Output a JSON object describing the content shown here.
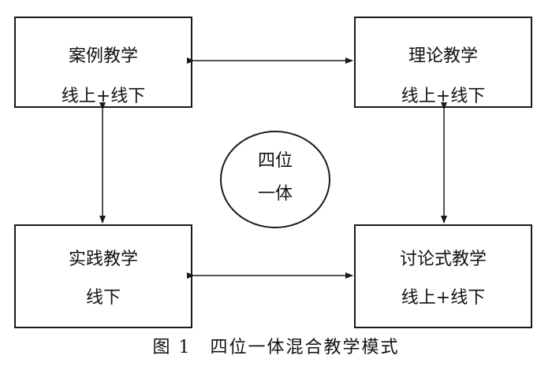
{
  "boxes": {
    "top_left": {
      "title": "案例教学",
      "mode": "线上+线下"
    },
    "top_right": {
      "title": "理论教学",
      "mode": "线上+线下"
    },
    "bottom_left": {
      "title": "实践教学",
      "mode": "线下"
    },
    "bottom_right": {
      "title": "讨论式教学",
      "mode": "线上+线下"
    }
  },
  "center": {
    "line1": "四位",
    "line2": "一体"
  },
  "caption": {
    "label": "图 1",
    "text": "四位一体混合教学模式"
  }
}
